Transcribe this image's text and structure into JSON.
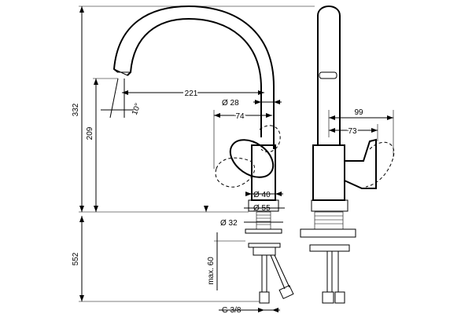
{
  "dimensions": {
    "height_total": "332",
    "height_spout": "209",
    "below_counter": "552",
    "reach": "221",
    "angle": "10°",
    "dia_spout": "Ø 28",
    "handle_offset": "74",
    "dia_body": "Ø 40",
    "dia_base": "Ø 55",
    "dia_hole": "Ø 32",
    "max_thickness": "max. 60",
    "thread": "G 3/8",
    "side_depth": "99",
    "side_lever": "73"
  }
}
